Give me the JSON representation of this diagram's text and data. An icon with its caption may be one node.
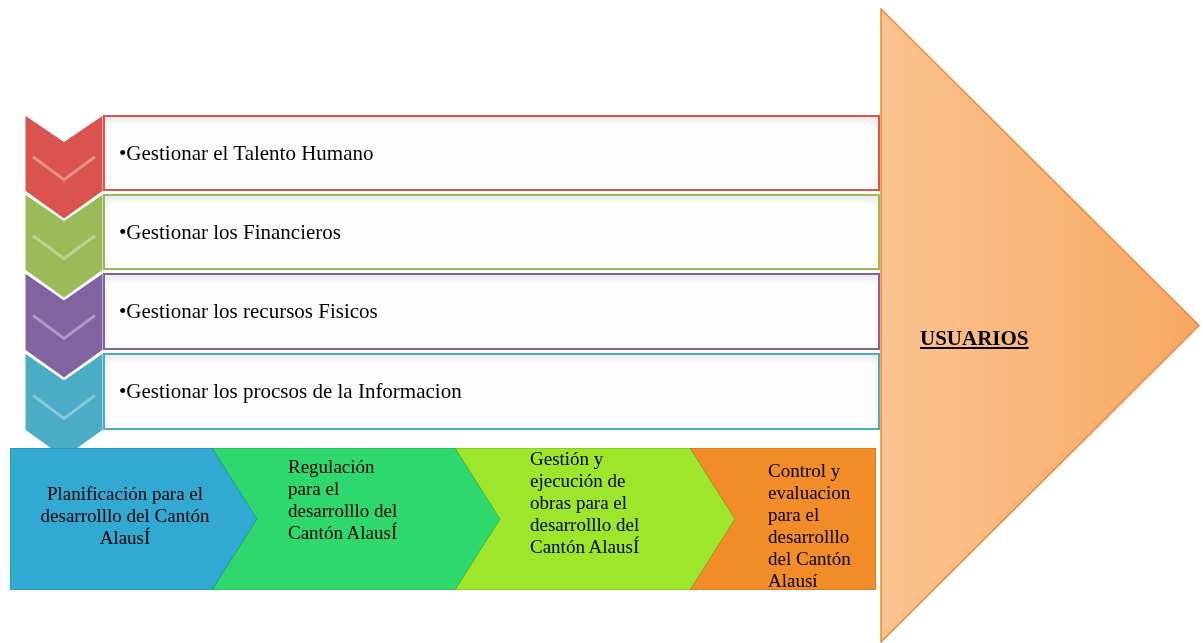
{
  "diagram": {
    "nodes": [
      {
        "text": [
          "•Gestionar el Talento Humano"
        ]
      },
      {
        "text": [
          "•Gestionar los Financieros"
        ]
      },
      {
        "text": [
          "•Gestionar los recursos Fisicos"
        ]
      },
      {
        "text": [
          "•Gestionar los procsos de la Informacion"
        ]
      },
      {
        "text": [
          "Planificación para el desarrolllo del Cantón AlausÍ"
        ]
      },
      {
        "text": [
          "Regulación para el desarrolllo del Cantón AlausÍ"
        ]
      },
      {
        "text": [
          "Gestión y ejecución de obras para el desarrolllo del Cantón AlausÍ"
        ]
      },
      {
        "text": [
          "Control y evaluacion para el desarrolllo del Cantón Alausí"
        ]
      },
      {
        "text": [
          "USUARIOS"
        ]
      }
    ]
  }
}
